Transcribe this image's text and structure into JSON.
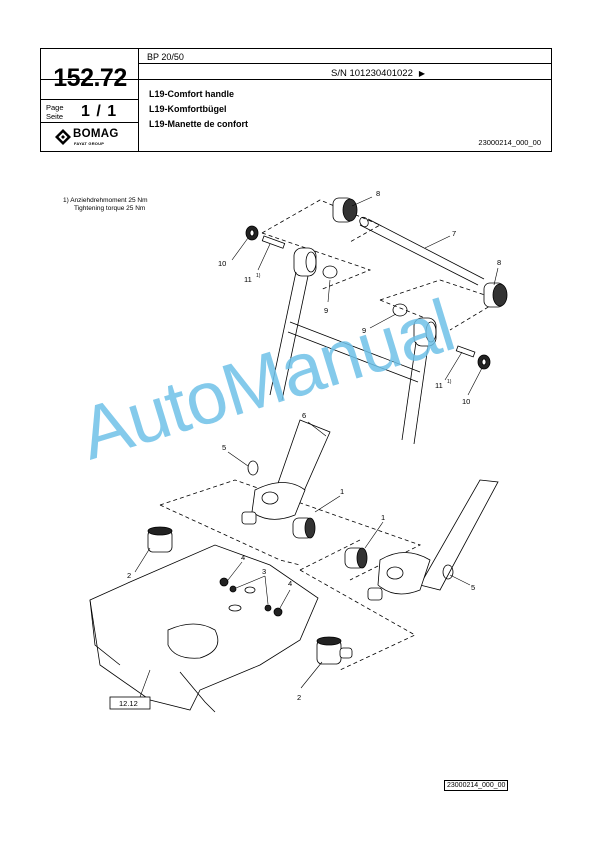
{
  "header": {
    "model": "BP 20/50",
    "serial": "S/N 101230401022",
    "serial_arrow": "▶",
    "part_number": "152.72",
    "page_label_de": "Page",
    "page_label_en": "Seite",
    "page_number": "1 / 1",
    "logo_text": "BOMAG",
    "logo_sub": "FAYAT GROUP",
    "title_en": "L19-Comfort handle",
    "title_de": "L19-Komfortbügel",
    "title_fr": "L19-Manette de confort",
    "reference": "23000214_000_00"
  },
  "note": {
    "line1": "1)  Anziehdrehmoment 25 Nm",
    "line2": "Tightening torque 25 Nm"
  },
  "callouts": {
    "c1a": "1",
    "c1b": "1",
    "c2a": "2",
    "c2b": "2",
    "c3": "3",
    "c4a": "4",
    "c4b": "4",
    "c5a": "5",
    "c5b": "5",
    "c6": "6",
    "c7": "7",
    "c8a": "8",
    "c8b": "8",
    "c9a": "9",
    "c9b": "9",
    "c10a": "10",
    "c10b": "10",
    "c11a": "11",
    "c11b": "11",
    "sup1": "1)",
    "sup2": "1)",
    "ref_box": "12.12"
  },
  "watermark": "AutoManual",
  "footer_reference": "23000214_000_00",
  "colors": {
    "watermark": "#6fc1e8",
    "line": "#000000"
  }
}
